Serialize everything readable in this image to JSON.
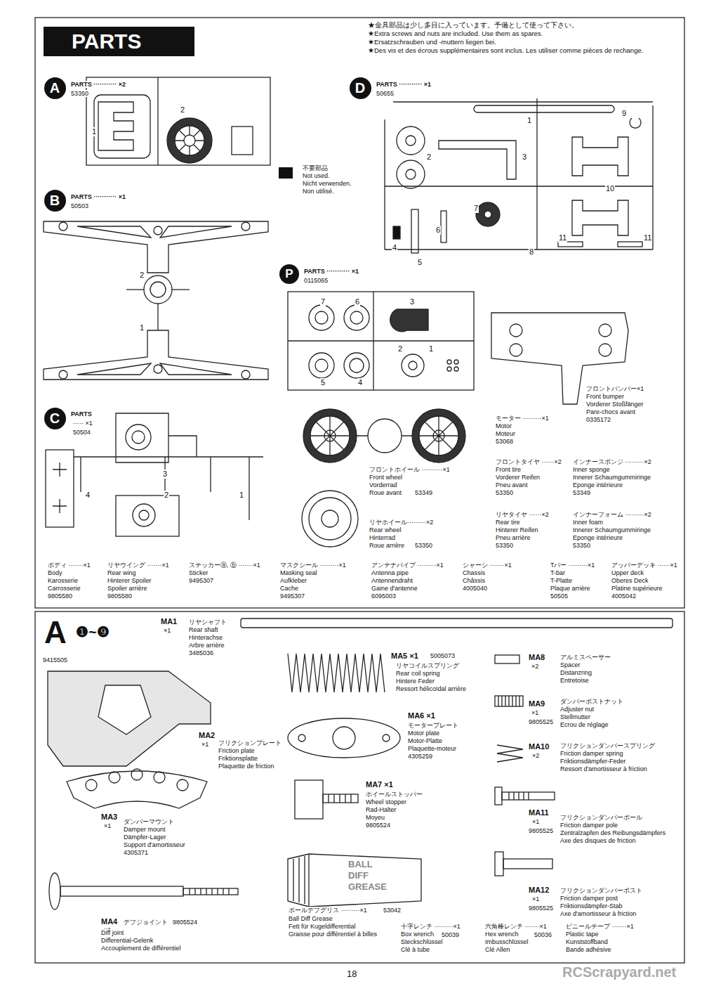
{
  "diagram": {
    "title": "PARTS",
    "nodes": [
      {
        "text": [
          "A"
        ]
      },
      {
        "text": [
          "B"
        ]
      },
      {
        "text": [
          "C"
        ]
      },
      {
        "text": [
          "D"
        ]
      },
      {
        "text": [
          "P"
        ]
      }
    ],
    "labels": [
      "★金具部品は少し多目に入っています。予備として使って下さい。",
      "★Extra screws and nuts are included. Use them as spares.",
      "★Ersatzschrauben und -muttern liegen bei.",
      "★Des vis et des écrous supplémentaires sont inclus. Les utiliser comme pièces de rechange.",
      "PARTS ··········· ×2",
      "53350",
      "1",
      "2",
      "PARTS ··········· ×1",
      "50503",
      "2",
      "1",
      "PARTS",
      "····· ×1",
      "50504",
      "4",
      "3",
      "2",
      "1",
      "不要部品",
      "Not used.",
      "Nicht verwenden.",
      "Non utilisé.",
      "PARTS ··········· ×1",
      "50655",
      "1",
      "9",
      "2",
      "3",
      "10",
      "7",
      "6",
      "4",
      "5",
      "8",
      "11",
      "11",
      "PARTS ··········· ×1",
      "0115065",
      "7",
      "6",
      "3",
      "5",
      "4",
      "2",
      "1",
      "フロントバンパー×1",
      "Front bumper",
      "Vorderer Stoßfänger",
      "Pare-chocs avant",
      "0335172",
      "モーター ·········×1",
      "Motor",
      "Moteur",
      "53068",
      "フロントホイール ··········×1",
      "Front wheel",
      "Vorderrad",
      "Roue avant",
      "53349",
      "リヤホイール·········×2",
      "Rear wheel",
      "Hinterrad",
      "Roue arrière",
      "53350",
      "フロントタイヤ ······×2",
      "Front tire",
      "Vorderer Reifen",
      "Pneu avant",
      "53350",
      "インナースポンジ ·········×2",
      "Inner sponge",
      "Innerer Schaumgummiringe",
      "Eponge intérieure",
      "53349",
      "リヤタイヤ ······×2",
      "Rear tire",
      "Hinterer Reifen",
      "Pneu arrière",
      "53350",
      "インナーフォーム ·········×2",
      "Inner foam",
      "Innerer Schaumgummiringe",
      "Eponge intérieure",
      "53350",
      "ボディ ·······×1",
      "Body",
      "Karosserie",
      "Carrosserie",
      "9805580",
      "リヤウイング ·······×1",
      "Rear wing",
      "Hinterer Spoiler",
      "Spoiler arrière",
      "9805580",
      "ステッカーⓐ, ⓑ ·······×1",
      "Sticker",
      "9495307",
      "マスクシール ·········×1",
      "Masking seal",
      "Aufkleber",
      "Cache",
      "9495307",
      "アンテナパイプ ·········×1",
      "Antenna pipe",
      "Antennendraht",
      "Gaine d'antenne",
      "6095003",
      "シャーシ ·······×1",
      "Chassis",
      "Châssis",
      "4005040",
      "Tバー ·········×1",
      "T-bar",
      "T-Platte",
      "Plaque arrière",
      "50505",
      "アッパーデッキ ······×1",
      "Upper deck",
      "Oberes Deck",
      "Platine supérieure",
      "4005042",
      "A",
      "❶~❾",
      "9415505",
      "MA1",
      "×1",
      "リヤシャフト",
      "Rear shaft",
      "Hinterachse",
      "Arbre arrière",
      "3485036",
      "MA5 ×1",
      "5005073",
      "リヤコイルスプリング",
      "Rear coil spring",
      "Hintere Feder",
      "Ressort hélicoïdal arrière",
      "MA8",
      "×2",
      "アルミスペーサー",
      "Spacer",
      "Distanzring",
      "Entretoise",
      "MA9",
      "×1",
      "9805525",
      "ダンパーポストナット",
      "Adjuster nut",
      "Stellmutter",
      "Ecrou de réglage",
      "MA10",
      "×2",
      "フリクションダンパースプリング",
      "Friction damper spring",
      "Friktionsdämpfer-Feder",
      "Ressort d'amortisseur à friction",
      "MA2",
      "×1",
      "フリクションプレート",
      "Friction plate",
      "Friktionsplatte",
      "Plaquette de friction",
      "MA6 ×1",
      "モータープレート",
      "Motor plate",
      "Motor-Platte",
      "Plaquette-moteur",
      "4305259",
      "MA7 ×1",
      "ホイールストッパー",
      "Wheel stopper",
      "Rad-Halter",
      "Moyeu",
      "9805524",
      "MA11",
      "×1",
      "9805525",
      "フリクションダンパーポール",
      "Friction damper pole",
      "Zentralzapfen des Reibungsdämpfers",
      "Axe des disques de friction",
      "MA3",
      "×1",
      "ダンパーマウント",
      "Damper mount",
      "Dämpfer-Lager",
      "Support d'amortisseur",
      "4305371",
      "MA12",
      "×1",
      "9805525",
      "フリクションダンパーポスト",
      "Friction damper post",
      "Friktionsdämpfer-Stab",
      "Axe d'amortisseur à friction",
      "BALL DIFF GREASE",
      "ボールデフグリス ·········×1",
      "53042",
      "Ball Diff Grease",
      "Fett für Kugeldifferential",
      "Graisse pour différentiel à billes",
      "MA4",
      "×1",
      "デフジョイント",
      "9805524",
      "Diff joint",
      "Differential-Gelenk",
      "Accouplement de différentiel",
      "十字レンチ ·········×1",
      "Box wrench",
      "Steckschlüssel",
      "Clé à tube",
      "50039",
      "六角棒レンチ ·······×1",
      "Hex wrench",
      "Imbusschlüssel",
      "Clé Allen",
      "50036",
      "ビニールテープ ·······×1",
      "Plastic tape",
      "Kunststoffband",
      "Bande adhésive",
      "18",
      "RCScrapyard.net"
    ]
  }
}
